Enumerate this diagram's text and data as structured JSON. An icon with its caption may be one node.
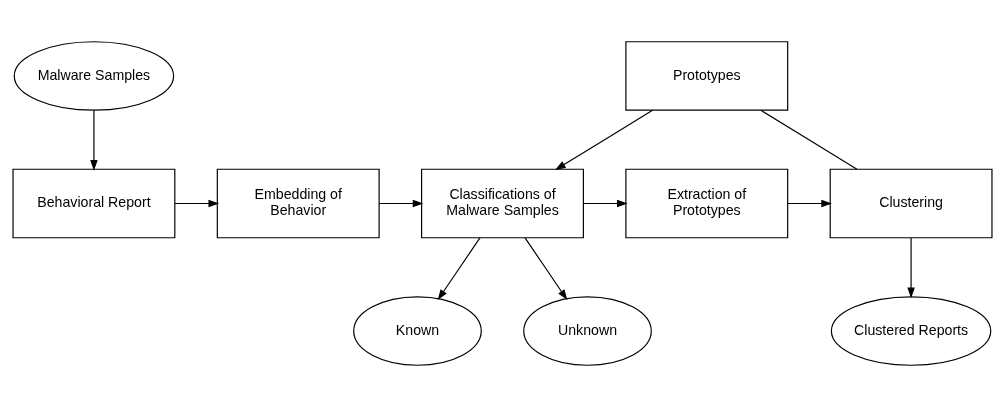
{
  "diagram": {
    "nodes": [
      {
        "text": [
          "Malware Samples"
        ]
      },
      {
        "text": [
          "Prototypes"
        ]
      },
      {
        "text": [
          "Behavioral Report"
        ]
      },
      {
        "text": [
          "Embedding of Behavior"
        ]
      },
      {
        "text": [
          "Classifications of Malware Samples"
        ]
      },
      {
        "text": [
          "Extraction of Prototypes"
        ]
      },
      {
        "text": [
          "Clustering"
        ]
      },
      {
        "text": [
          "Known"
        ]
      },
      {
        "text": [
          "Unknown"
        ]
      },
      {
        "text": [
          "Clustered Reports"
        ]
      }
    ],
    "edges": [
      {
        "from": 0,
        "to": 2,
        "arrow": "to"
      },
      {
        "from": 1,
        "to": 4,
        "arrow": "to"
      },
      {
        "from": 1,
        "to": 6,
        "arrow": "none"
      },
      {
        "from": 2,
        "to": 3,
        "arrow": "to"
      },
      {
        "from": 3,
        "to": 4,
        "arrow": "to"
      },
      {
        "from": 4,
        "to": 5,
        "arrow": "to"
      },
      {
        "from": 5,
        "to": 6,
        "arrow": "to"
      },
      {
        "from": 4,
        "to": 7,
        "arrow": "to"
      },
      {
        "from": 4,
        "to": 8,
        "arrow": "to"
      },
      {
        "from": 6,
        "to": 9,
        "arrow": "to"
      }
    ]
  }
}
